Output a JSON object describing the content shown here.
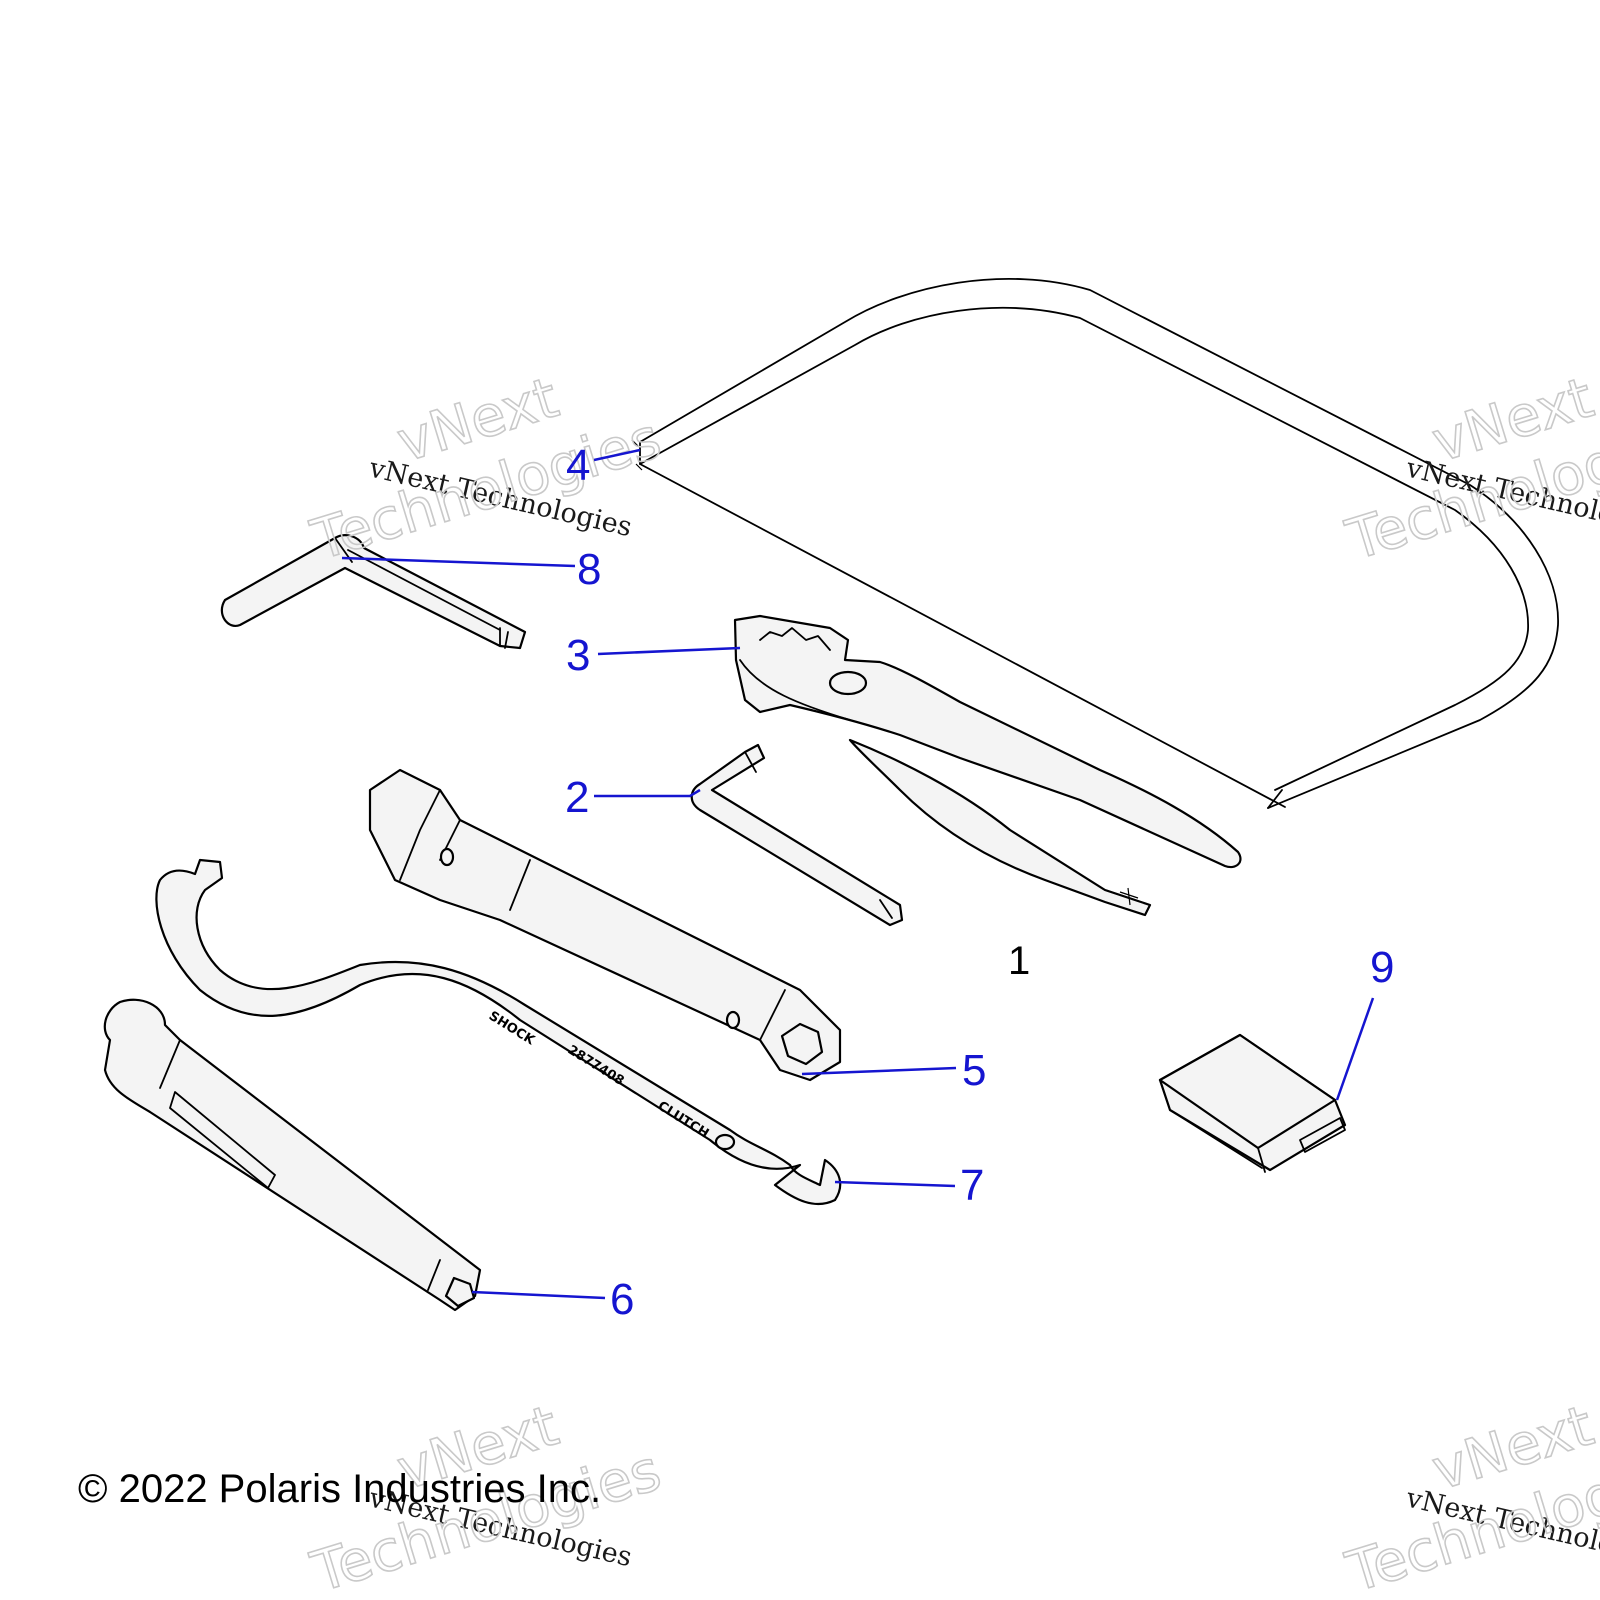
{
  "callouts": {
    "c1": "1",
    "c2": "2",
    "c3": "3",
    "c4": "4",
    "c5": "5",
    "c6": "6",
    "c7": "7",
    "c8": "8",
    "c9": "9"
  },
  "wrench_markings": {
    "shock": "SHOCK",
    "part_number": "2877408",
    "clutch": "CLUTCH"
  },
  "watermark": {
    "line": "vNext Technologies",
    "big_top": "vNext",
    "big_bottom": "Technologies"
  },
  "copyright": "© 2022 Polaris Industries Inc.",
  "colors": {
    "callout": "#1515d0",
    "outline": "#000000",
    "fill": "#f4f4f4",
    "watermark_outline": "#c9c9c9"
  }
}
